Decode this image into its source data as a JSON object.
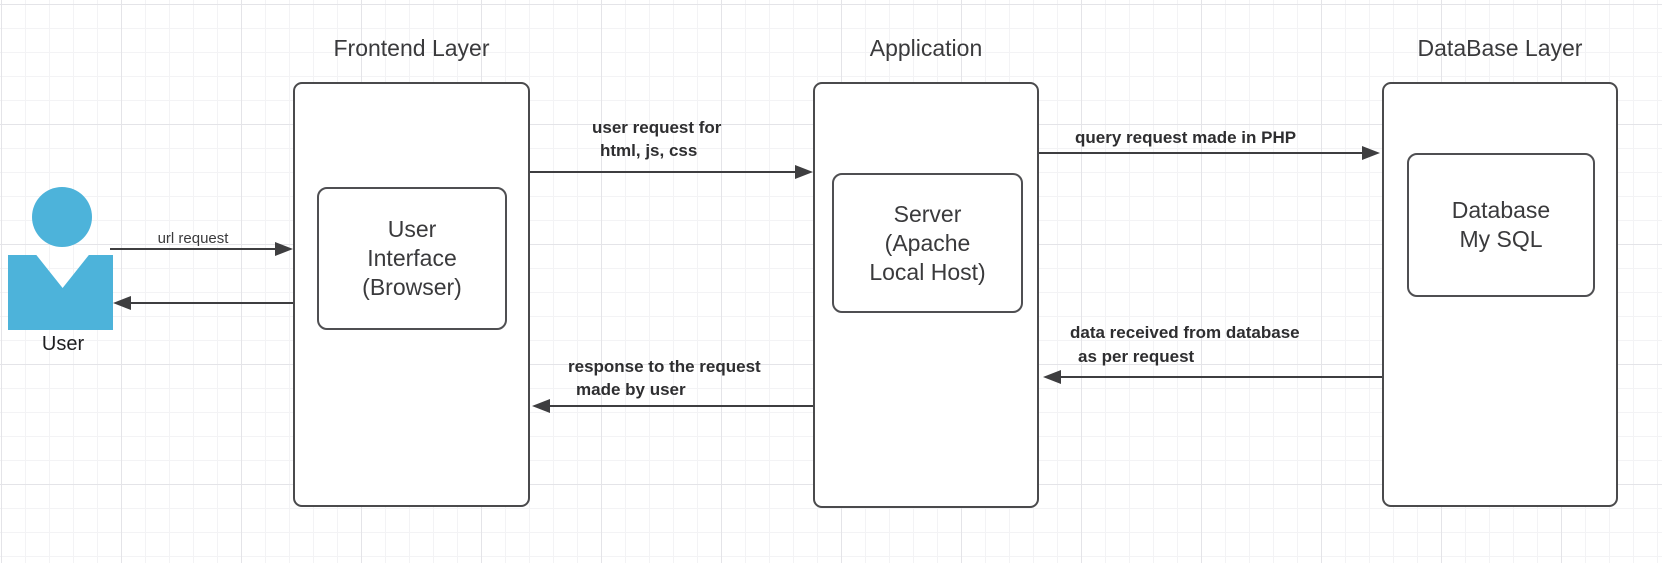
{
  "colors": {
    "actor_blue": "#4db3da",
    "stroke_dark": "#3e3e40",
    "box_border": "#4a4a4c",
    "grid_minor": "#f3f3f5",
    "grid_major": "#e4e4e8"
  },
  "actor": {
    "label": "User"
  },
  "groups": {
    "frontend": {
      "title": "Frontend Layer",
      "node_lines": [
        "User",
        "Interface",
        "(Browser)"
      ]
    },
    "application": {
      "title": "Application",
      "node_lines": [
        "Server",
        "(Apache",
        "Local Host)"
      ]
    },
    "database": {
      "title": "DataBase Layer",
      "node_lines": [
        "Database",
        "My SQL"
      ]
    }
  },
  "flows": {
    "url_request": {
      "label": "url request"
    },
    "user_request": {
      "label_lines": [
        "user request for",
        "html, js, css"
      ]
    },
    "query_request": {
      "label_lines": [
        "query request made in PHP"
      ]
    },
    "data_received": {
      "label_lines": [
        "data received from database",
        "as per request"
      ]
    },
    "response": {
      "label_lines": [
        "response to the request",
        "made by user"
      ]
    }
  }
}
